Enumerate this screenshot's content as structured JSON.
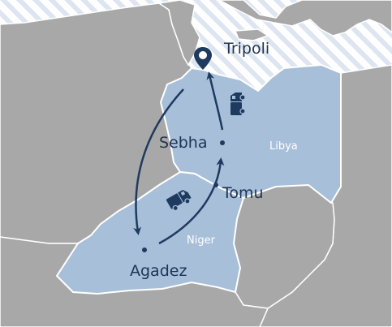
{
  "map": {
    "cities": {
      "tripoli": "Tripoli",
      "sebha": "Sebha",
      "tomu": "Tomu",
      "agadez": "Agadez"
    },
    "countries": {
      "libya": "Libya",
      "niger": "Niger"
    },
    "icons": {
      "capital_marker": "map-pin-icon",
      "truck_north": "truck-icon",
      "truck_south": "truck-icon"
    },
    "colors": {
      "sea": "#ffffff",
      "sea_stripe": "#dde6f0",
      "land": "#a8a8a8",
      "highlight_country": "#a7bfd9",
      "border": "#ffffff",
      "route": "#1f3a5f",
      "text": "#1f3352"
    }
  }
}
